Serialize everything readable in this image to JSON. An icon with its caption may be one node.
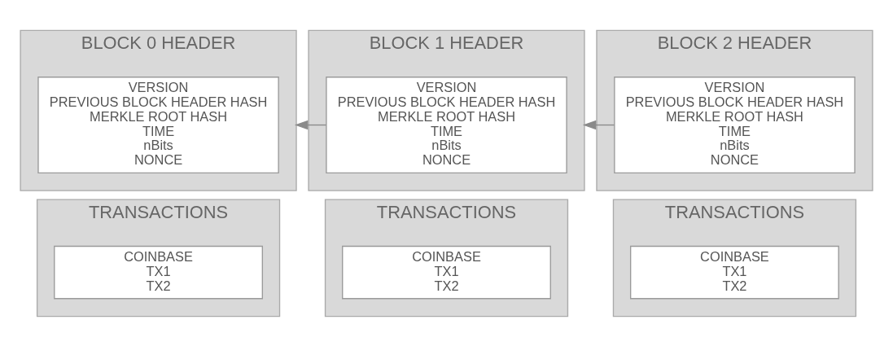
{
  "diagram": {
    "nodes": [
      {
        "text": [
          "BLOCK 0 HEADER"
        ]
      },
      {
        "text": [
          "VERSION",
          "PREVIOUS BLOCK HEADER HASH",
          "MERKLE ROOT HASH",
          "TIME",
          "nBits",
          "NONCE"
        ],
        "in": 0
      },
      {
        "text": [
          "TRANSACTIONS"
        ]
      },
      {
        "text": [
          "COINBASE",
          "TX1",
          "TX2"
        ],
        "in": 2
      },
      {
        "text": [
          "BLOCK 1 HEADER"
        ]
      },
      {
        "text": [
          "VERSION",
          "PREVIOUS BLOCK HEADER HASH",
          "MERKLE ROOT HASH",
          "TIME",
          "nBits",
          "NONCE"
        ],
        "in": 4
      },
      {
        "text": [
          "TRANSACTIONS"
        ]
      },
      {
        "text": [
          "COINBASE",
          "TX1",
          "TX2"
        ],
        "in": 6
      },
      {
        "text": [
          "BLOCK 2 HEADER"
        ]
      },
      {
        "text": [
          "VERSION",
          "PREVIOUS BLOCK HEADER HASH",
          "MERKLE ROOT HASH",
          "TIME",
          "nBits",
          "NONCE"
        ],
        "in": 8
      },
      {
        "text": [
          "TRANSACTIONS"
        ]
      },
      {
        "text": [
          "COINBASE",
          "TX1",
          "TX2"
        ],
        "in": 10
      }
    ],
    "edges": [
      {
        "from": 5,
        "to": 0,
        "arrow": "to"
      },
      {
        "from": 9,
        "to": 4,
        "arrow": "to"
      }
    ]
  }
}
